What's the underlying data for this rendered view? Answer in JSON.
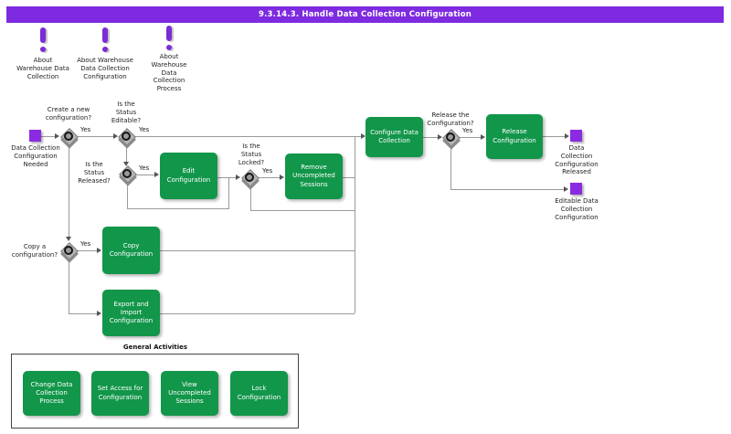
{
  "title_bar": {
    "title": "9.3.14.3. Handle Data Collection Configuration"
  },
  "info_notes": [
    {
      "label": "About\nWarehouse Data\nCollection"
    },
    {
      "label": "About Warehouse\nData Collection\nConfiguration"
    },
    {
      "label": "About\nWarehouse\nData\nCollection\nProcess"
    }
  ],
  "flow": {
    "start": {
      "label": "Data Collection\nConfiguration\nNeeded"
    },
    "decisions": [
      {
        "question": "Create a new\nconfiguration?",
        "yes": "Yes"
      },
      {
        "question": "Is the\nStatus\nEditable?",
        "yes": "Yes"
      },
      {
        "question": "Is the\nStatus\nReleased?",
        "yes": "Yes"
      },
      {
        "question": "Is the\nStatus\nLocked?",
        "yes": "Yes"
      },
      {
        "question": "Release the\nConfiguration?",
        "yes": "Yes"
      },
      {
        "question": "Copy a\nconfiguration?",
        "yes": "Yes"
      }
    ],
    "tasks": [
      {
        "label": "Edit\nConfiguration"
      },
      {
        "label": "Remove\nUncompleted\nSessions"
      },
      {
        "label": "Configure Data\nCollection"
      },
      {
        "label": "Release\nConfiguration"
      },
      {
        "label": "Copy\nConfiguration"
      },
      {
        "label": "Export and\nImport\nConfiguration"
      }
    ],
    "ends": [
      {
        "label": "Data\nCollection\nConfiguration\nReleased"
      },
      {
        "label": "Editable Data\nCollection\nConfiguration"
      }
    ]
  },
  "general_activities": {
    "title": "General Activities",
    "tasks": [
      {
        "label": "Change Data\nCollection\nProcess"
      },
      {
        "label": "Set Access for\nConfiguration"
      },
      {
        "label": "View\nUncompleted\nSessions"
      },
      {
        "label": "Lock\nConfiguration"
      }
    ]
  },
  "colors": {
    "title_bar_purple": "#7d2ae0",
    "event_purple": "#8a2be2",
    "task_green": "#12964a",
    "connector_gray": "#9a9a9a"
  }
}
